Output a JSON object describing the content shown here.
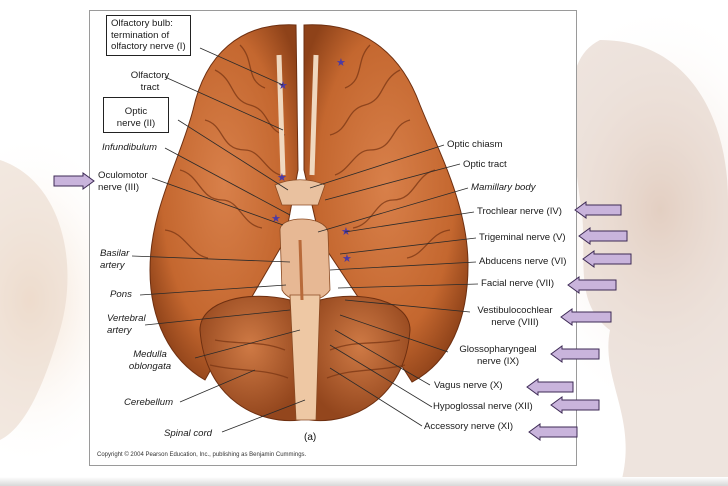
{
  "diagram": {
    "figure_label": "(a)",
    "copyright": "Copyright © 2004 Pearson Education, Inc., publishing as Benjamin Cummings.",
    "labels_left": {
      "olfactory_bulb": [
        "Olfactory bulb:",
        "termination of",
        "olfactory nerve (I)"
      ],
      "olfactory_tract": [
        "Olfactory",
        "tract"
      ],
      "optic_nerve": [
        "Optic",
        "nerve (II)"
      ],
      "infundibulum": "Infundibulum",
      "oculomotor": [
        "Oculomotor",
        "nerve (III)"
      ],
      "basilar_artery": [
        "Basilar",
        "artery"
      ],
      "pons": "Pons",
      "vertebral_artery": [
        "Vertebral",
        "artery"
      ],
      "medulla": [
        "Medulla",
        "oblongata"
      ],
      "cerebellum": "Cerebellum",
      "spinal_cord": "Spinal cord"
    },
    "labels_right": {
      "optic_chiasm": "Optic chiasm",
      "optic_tract": "Optic tract",
      "mamillary_body": "Mamillary body",
      "trochlear": "Trochlear nerve (IV)",
      "trigeminal": "Trigeminal nerve (V)",
      "abducens": "Abducens nerve (VI)",
      "facial": "Facial nerve (VII)",
      "vestibulocochlear": [
        "Vestibulocochlear",
        "nerve (VIII)"
      ],
      "glossopharyngeal": [
        "Glossopharyngeal",
        "nerve (IX)"
      ],
      "vagus": "Vagus nerve (X)",
      "hypoglossal": "Hypoglossal nerve (XII)",
      "accessory": "Accessory nerve (XI)"
    },
    "colors": {
      "brain": "#c4672f",
      "brain_dark": "#7a3614",
      "stem": "#e7b894",
      "arrow_fill": "#c9b4dc",
      "arrow_stroke": "#3d2a55",
      "star": "#4b3aa5"
    }
  }
}
